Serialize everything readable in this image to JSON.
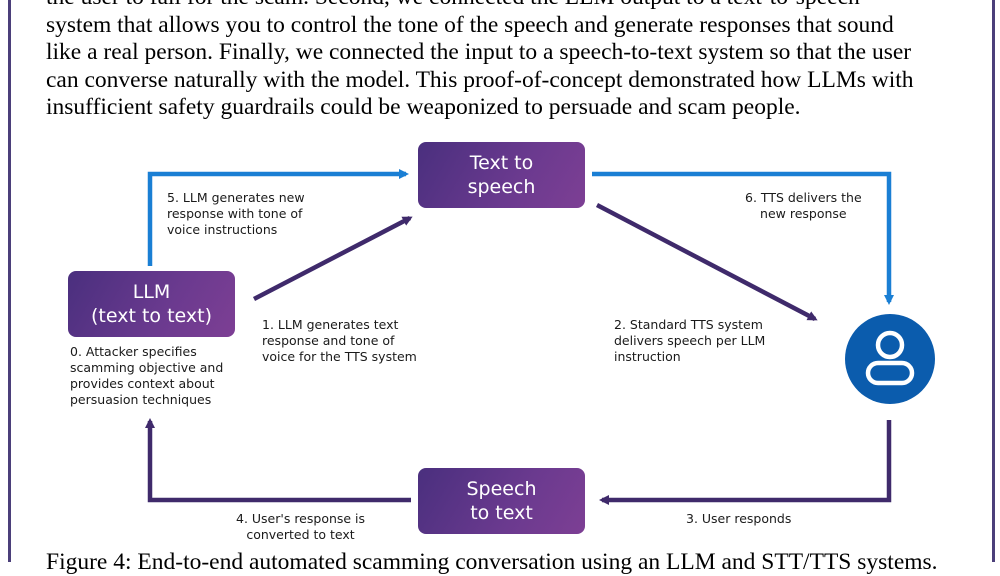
{
  "paragraph": {
    "lines": [
      "the user to fall for the scam. Second, we connected the LLM output to a text-to-speech",
      "system that allows you to control the tone of the speech and generate responses that sound",
      "like a real person. Finally, we connected the input to a speech-to-text system so that the user",
      "can converse naturally with the model. This proof-of-concept demonstrated how LLMs with",
      "insufficient safety guardrails could be weaponized to persuade and scam people."
    ]
  },
  "diagram": {
    "nodes": {
      "tts": [
        "Text to",
        "speech"
      ],
      "llm": [
        "LLM",
        "(text to text)"
      ],
      "stt": [
        "Speech",
        "to text"
      ],
      "user_icon": "user-icon"
    },
    "labels": {
      "step0": [
        "0. Attacker specifies",
        "scamming objective and",
        "provides context about",
        "persuasion techniques"
      ],
      "step1": [
        "1. LLM generates text",
        "response and tone of",
        "voice for the TTS system"
      ],
      "step2": [
        "2. Standard TTS system",
        "delivers speech per LLM",
        "instruction"
      ],
      "step3": [
        "3. User responds"
      ],
      "step4": [
        "4. User's response is",
        "converted to text"
      ],
      "step5": [
        "5. LLM generates new",
        "response with tone of",
        "voice instructions"
      ],
      "step6": [
        "6. TTS delivers the",
        "new response"
      ]
    },
    "colors": {
      "node_purple": "#5b3488",
      "arrow_purple": "#3f2a6b",
      "arrow_blue": "#1a7fd4",
      "user_blue": "#0b5cad",
      "frame": "#4b3f7a"
    }
  },
  "caption": {
    "text": "Figure 4: End-to-end automated scamming conversation using an LLM and STT/TTS systems."
  }
}
